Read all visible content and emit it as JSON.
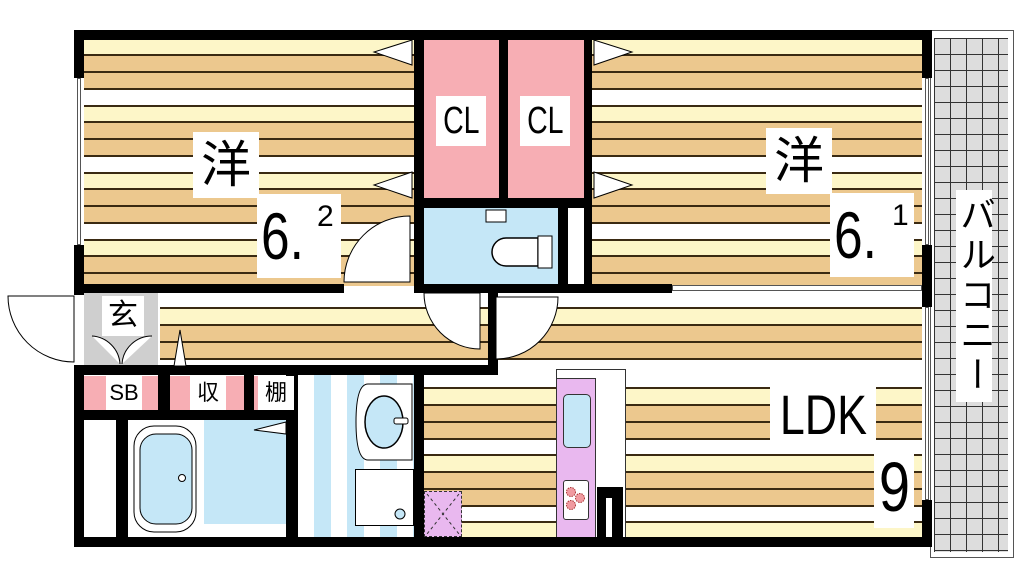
{
  "floorplan": {
    "rooms": {
      "western_room_left": {
        "label": "洋",
        "area_main": "6.",
        "area_decimal": "2"
      },
      "western_room_right": {
        "label": "洋",
        "area_main": "6.",
        "area_decimal": "1"
      },
      "ldk": {
        "label": "LDK",
        "area": "9"
      },
      "balcony": {
        "label": "バルコニー"
      },
      "entrance": {
        "label": "玄"
      },
      "closet_left": {
        "label": "CL"
      },
      "closet_right": {
        "label": "CL"
      },
      "shoe_box": {
        "label": "SB"
      },
      "storage": {
        "label": "収"
      },
      "shelf": {
        "label": "棚"
      }
    },
    "colors": {
      "wall": "#000000",
      "floor_cream": "#fdf6c8",
      "floor_tan": "#ecc88e",
      "closet_pink": "#f7aeb4",
      "water_blue": "#c5e7f7",
      "kitchen_purple": "#e9b8ef",
      "balcony_gray": "#cccccc",
      "entrance_gray": "#cfcfcf"
    }
  }
}
